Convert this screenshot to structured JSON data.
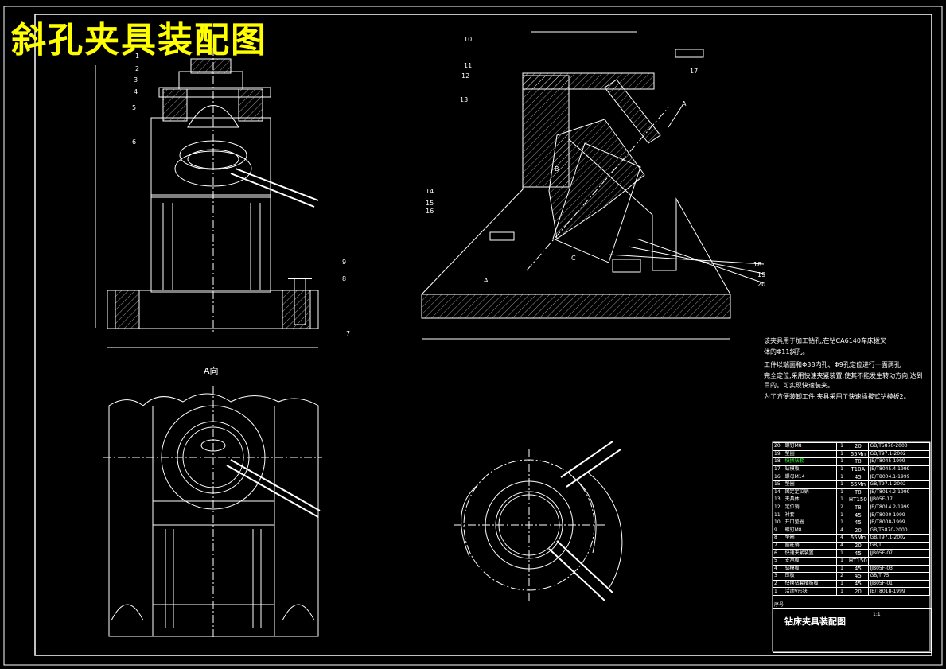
{
  "title": "斜孔夹具装配图",
  "view_label": "A向",
  "section_labels": {
    "a1": "A",
    "a2": "A",
    "b": "B",
    "c": "C"
  },
  "side_callouts": [
    "10",
    "11",
    "12",
    "13",
    "14",
    "15",
    "16",
    "17",
    "18",
    "19",
    "20"
  ],
  "front_callouts": [
    "1",
    "2",
    "3",
    "4",
    "5",
    "6",
    "7",
    "8",
    "9"
  ],
  "notes": [
    "该夹具用于加工钻孔,在钻CA6140车床拨叉",
    "体的Φ11斜孔。",
    "工件以端面和Φ38内孔、Φ9孔定位进行一面两孔",
    "完全定位,采用快速夹紧装置,使其不能发生转动方向,达到",
    "目的。可实现快速装夹。",
    "为了方便装卸工件,夹具采用了快速插拔式钻模板2。"
  ],
  "bom": [
    {
      "no": "20",
      "name": "螺钉M8",
      "qty": "1",
      "mat": "20",
      "std": "GB/T5870-2000"
    },
    {
      "no": "19",
      "name": "垫圈",
      "qty": "1",
      "mat": "65Mn",
      "std": "GB/T97.1-2002"
    },
    {
      "no": "18",
      "name": "快换钻套",
      "qty": "1",
      "mat": "T8",
      "std": "JB/T8045-1999",
      "hl": true
    },
    {
      "no": "17",
      "name": "钻模板",
      "qty": "1",
      "mat": "T10A",
      "std": "JB/T8045.4-1999"
    },
    {
      "no": "16",
      "name": "螺母M14",
      "qty": "1",
      "mat": "45",
      "std": "JB/T8004.1-1999"
    },
    {
      "no": "15",
      "name": "垫圈",
      "qty": "1",
      "mat": "65Mn",
      "std": "GB/T97.1-2002"
    },
    {
      "no": "14",
      "name": "固定定位销",
      "qty": "1",
      "mat": "T8",
      "std": "JB/T8014.2-1999"
    },
    {
      "no": "13",
      "name": "夹具体",
      "qty": "1",
      "mat": "HT150",
      "std": "JJB05F-17"
    },
    {
      "no": "12",
      "name": "定位销",
      "qty": "2",
      "mat": "T8",
      "std": "JB/T8014.2-1999"
    },
    {
      "no": "11",
      "name": "衬套",
      "qty": "1",
      "mat": "45",
      "std": "JB/T8020-1999"
    },
    {
      "no": "10",
      "name": "开口垫圈",
      "qty": "1",
      "mat": "45",
      "std": "JB/T8008-1999"
    },
    {
      "no": "9",
      "name": "螺钉M8",
      "qty": "4",
      "mat": "20",
      "std": "GB/T5870-2000"
    },
    {
      "no": "8",
      "name": "垫圈",
      "qty": "4",
      "mat": "65Mn",
      "std": "GB/T97.1-2002"
    },
    {
      "no": "7",
      "name": "圆柱销",
      "qty": "4",
      "mat": "20",
      "std": "GB/T"
    },
    {
      "no": "6",
      "name": "快速夹紧装置",
      "qty": "1",
      "mat": "45",
      "std": "JJB05F-07"
    },
    {
      "no": "5",
      "name": "支承板",
      "qty": "1",
      "mat": "HT150",
      "std": ""
    },
    {
      "no": "4",
      "name": "钻模板",
      "qty": "1",
      "mat": "45",
      "std": "JJB05F-03"
    },
    {
      "no": "3",
      "name": "压板",
      "qty": "2",
      "mat": "45",
      "std": "GB/T 75"
    },
    {
      "no": "2",
      "name": "快换钻套插拔板",
      "qty": "1",
      "mat": "45",
      "std": "JJB05F-01"
    },
    {
      "no": "1",
      "name": "活动V形块",
      "qty": "1",
      "mat": "20",
      "std": "JB/T8018-1999"
    }
  ],
  "title_block": {
    "name": "钻床夹具装配图",
    "scale": "1:1",
    "seq_label": "序号"
  }
}
